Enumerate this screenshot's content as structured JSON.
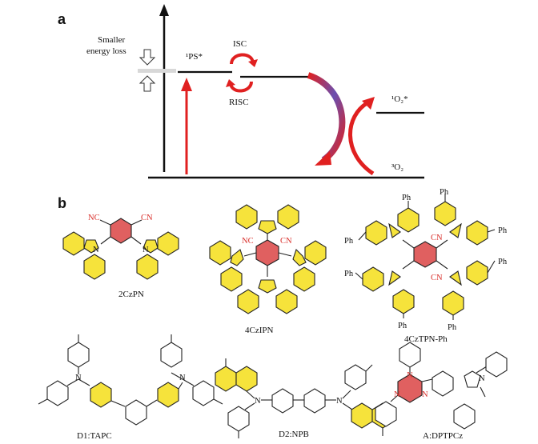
{
  "panel_a": {
    "label": "a",
    "energy_loss_line1": "Smaller",
    "energy_loss_line2": "energy loss",
    "singlet_ps": "¹PS*",
    "isc": "ISC",
    "risc": "RISC",
    "singlet_o2": "¹O₂*",
    "triplet_o2": "³O₂"
  },
  "panel_b": {
    "label": "b",
    "sub_nc": "NC",
    "sub_cn": "CN",
    "sub_ph": "Ph",
    "sub_n": "N",
    "molecules": [
      "2CzPN",
      "4CzIPN",
      "4CzTPN-Ph",
      "D1:TAPC",
      "D2:NPB",
      "A:DPTPCz"
    ]
  },
  "colors": {
    "acceptor_ring": "#e06060",
    "donor_ring": "#f6e33b",
    "arrow_red": "#e02020",
    "arrow_blue": "#6a4fb0"
  }
}
